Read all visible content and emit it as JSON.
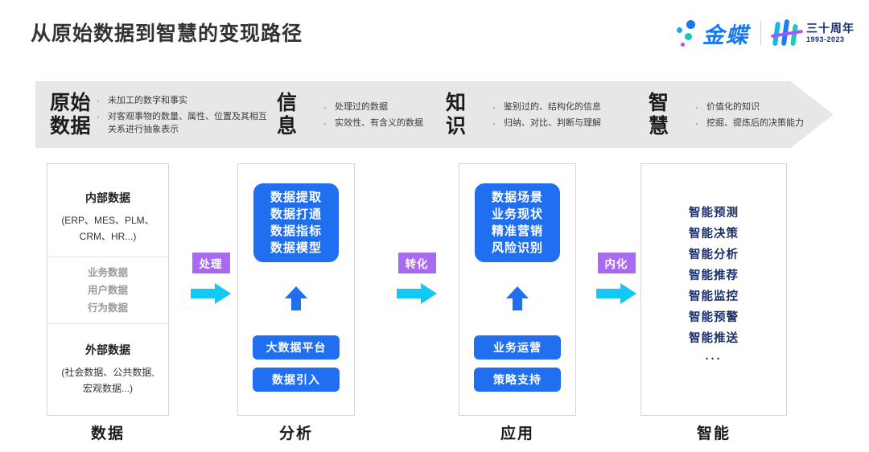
{
  "header": {
    "title": "从原始数据到智慧的变现路径",
    "brand": {
      "name": "金蝶",
      "anniversary_zh": "三十周年",
      "anniversary_years": "1993-2023"
    }
  },
  "banner": {
    "stages": [
      {
        "term": "原始\n数据",
        "term_line1": "原始",
        "term_line2": "数据",
        "bullets": [
          "未加工的数字和事实",
          "对客观事物的数量、属性、位置及其相互关系进行抽象表示"
        ]
      },
      {
        "term_line1": "信",
        "term_line2": "息",
        "bullets": [
          "处理过的数据",
          "实效性、有含义的数据"
        ]
      },
      {
        "term_line1": "知",
        "term_line2": "识",
        "bullets": [
          "鉴别过的、结构化的信息",
          "归纳、对比、判断与理解"
        ]
      },
      {
        "term_line1": "智",
        "term_line2": "慧",
        "bullets": [
          "价值化的知识",
          "挖掘、提炼后的决策能力"
        ]
      }
    ],
    "bullet_glyph": "·"
  },
  "columns": [
    {
      "footer_label": "数据",
      "top_heading": "内部数据",
      "top_sub_line1": "(ERP、MES、PLM、",
      "top_sub_line2": "CRM、HR...)",
      "middle_items": [
        "业务数据",
        "用户数据",
        "行为数据"
      ],
      "bottom_heading": "外部数据",
      "bottom_sub_line1": "(社会数据、公共数据,",
      "bottom_sub_line2": "宏观数据...)"
    },
    {
      "footer_label": "分析",
      "card_items": [
        "数据提取",
        "数据打通",
        "数据指标",
        "数据模型"
      ],
      "pill_a": "大数据平台",
      "pill_b": "数据引入"
    },
    {
      "footer_label": "应用",
      "card_items": [
        "数据场景",
        "业务现状",
        "精准营销",
        "风险识别"
      ],
      "pill_a": "业务运营",
      "pill_b": "策略支持"
    },
    {
      "footer_label": "智能",
      "items": [
        "智能预测",
        "智能决策",
        "智能分析",
        "智能推荐",
        "智能监控",
        "智能预警",
        "智能推送"
      ],
      "ellipsis": "···"
    }
  ],
  "connectors": [
    {
      "label": "处理"
    },
    {
      "label": "转化"
    },
    {
      "label": "内化"
    }
  ],
  "colors": {
    "accent_blue": "#1f6ff0",
    "tag_purple": "#a86af0",
    "arrow_cyan": "#14c8f5",
    "navy": "#1b2f6b",
    "banner_gray": "#e7e7e7"
  }
}
